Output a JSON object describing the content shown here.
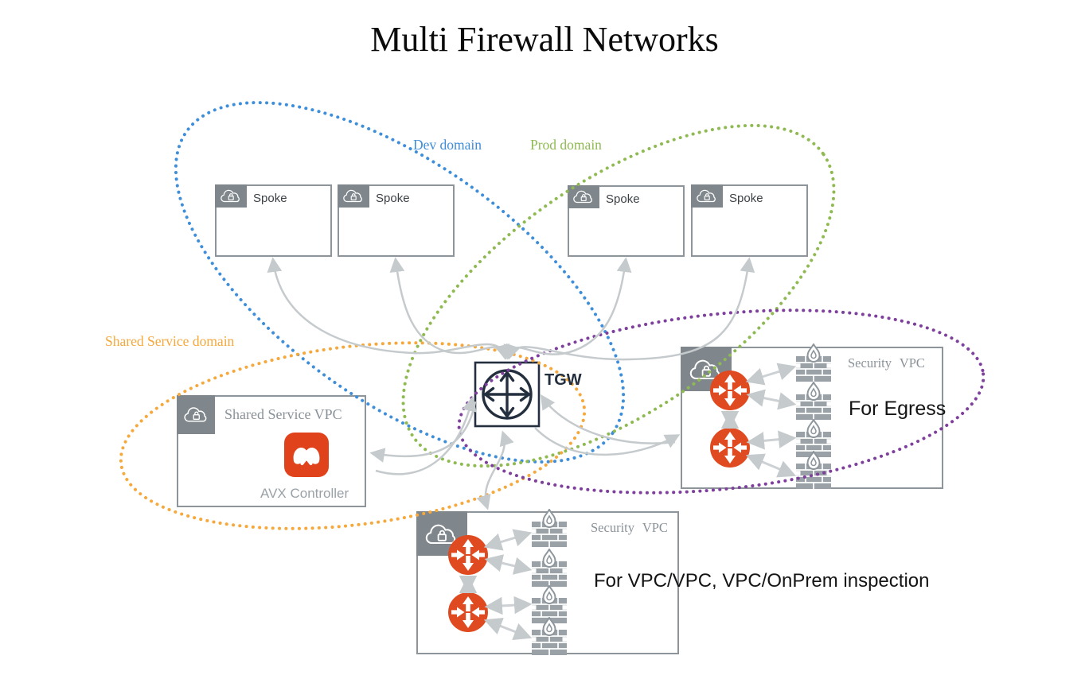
{
  "title": "Multi Firewall Networks",
  "domains": {
    "dev": {
      "label": "Dev domain",
      "color": "#3e8ed9"
    },
    "prod": {
      "label": "Prod domain",
      "color": "#8fba52"
    },
    "shared": {
      "label": "Shared Service domain",
      "color": "#f5a83c"
    },
    "egress": {
      "label": "",
      "color": "#7e3f9d"
    }
  },
  "nodes": {
    "spokes": [
      {
        "label": "Spoke"
      },
      {
        "label": "Spoke"
      },
      {
        "label": "Spoke"
      },
      {
        "label": "Spoke"
      }
    ],
    "tgw": {
      "label": "TGW"
    },
    "shared_service_vpc": {
      "label": "Shared Service VPC",
      "controller_label": "AVX Controller"
    },
    "security_vpc_egress": {
      "label": "Security VPC",
      "annotation": "For Egress"
    },
    "security_vpc_inspection": {
      "label": "Security VPC",
      "annotation": "For VPC/VPC, VPC/OnPrem inspection"
    }
  },
  "icons": {
    "vpc": "cloud-lock-icon",
    "router": "router-icon",
    "firewall": "firewall-icon",
    "tgw": "transit-gateway-icon",
    "controller": "aviatrix-controller-icon"
  },
  "colors": {
    "router": "#e04a20",
    "controller": "#e0431c",
    "tgw_icon": "#232f3e",
    "box_border": "#8e959a",
    "arrow": "#c5cacd",
    "firewall": "#9aa2a8"
  }
}
